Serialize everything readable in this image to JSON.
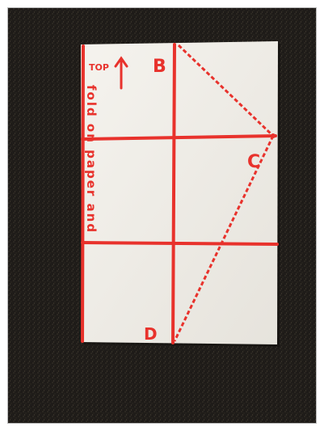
{
  "photo": {
    "top_label": "TOP",
    "point_b": "B",
    "point_c": "C",
    "point_d": "D",
    "side_text": "fold on paper and",
    "colors": {
      "ink": "#e8322c",
      "paper": "#f2f0ea",
      "background": "#1e1b18"
    }
  }
}
